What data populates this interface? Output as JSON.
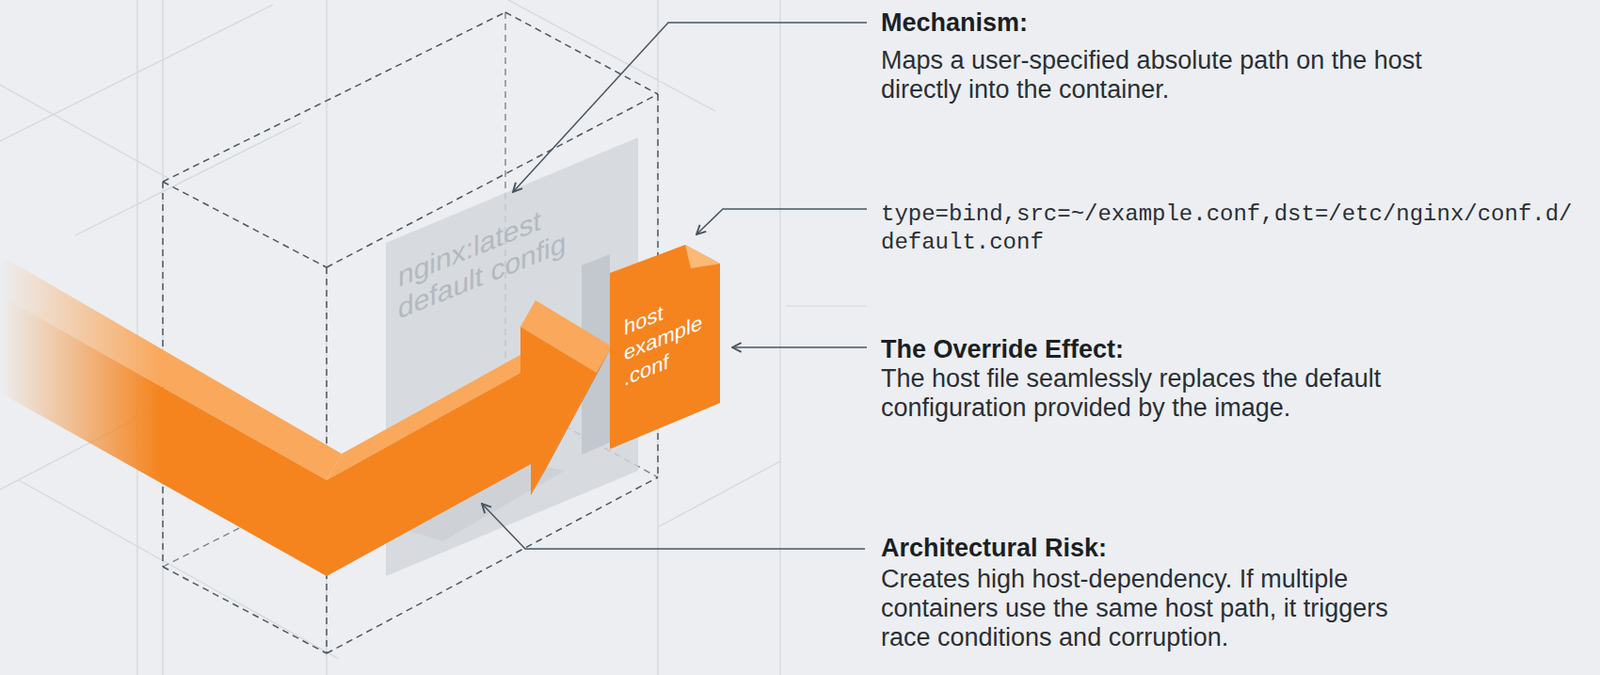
{
  "diagram": {
    "nodes": [
      {
        "text": [
          "nginx:latest default config"
        ]
      },
      {
        "text": [
          "host example .conf"
        ]
      }
    ],
    "labels": [
      "Mechanism:",
      "Maps a user-specified absolute path on the host directly into the container.",
      "type=bind,src=~/example.conf,dst=/etc/nginx/conf.d/ default.conf",
      "The Override Effect:",
      "The host file seamlessly replaces the default configuration provided by the image.",
      "Architectural Risk:",
      "Creates high host-dependency. If multiple containers use the same host path, it triggers race conditions and corruption."
    ]
  }
}
